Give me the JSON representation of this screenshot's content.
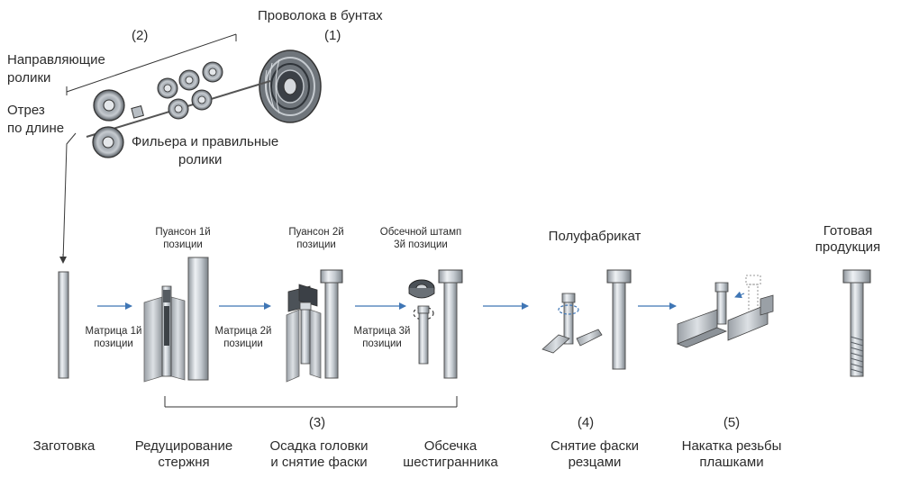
{
  "supply": {
    "coil_label": "Проволока в бунтах",
    "coil_num": "(1)",
    "guide_num": "(2)",
    "guide_label_1": "Направляющие",
    "guide_label_2": "ролики",
    "cut_label_1": "Отрез",
    "cut_label_2": "по длине",
    "die_label_1": "Фильера и правильные",
    "die_label_2": "ролики"
  },
  "tools": {
    "punch1_1": "Пуансон 1й",
    "punch1_2": "позиции",
    "punch2_1": "Пуансон 2й",
    "punch2_2": "позиции",
    "trim_1": "Обсечной штамп",
    "trim_2": "3й позиции",
    "die1_1": "Матрица 1й",
    "die1_2": "позиции",
    "die2_1": "Матрица 2й",
    "die2_2": "позиции",
    "die3_1": "Матрица 3й",
    "die3_2": "позиции",
    "semi": "Полуфабрикат",
    "final_1": "Готовая",
    "final_2": "продукция"
  },
  "steps": {
    "bracket_num": "(3)",
    "chamfer_num": "(4)",
    "thread_num": "(5)",
    "blank": "Заготовка",
    "reduce_1": "Редуцирование",
    "reduce_2": "стержня",
    "upset_1": "Осадка головки",
    "upset_2": "и снятие фаски",
    "trim_1": "Обсечка",
    "trim_2": "шестигранника",
    "chamfer_1": "Снятие фаски",
    "chamfer_2": "резцами",
    "thread_1": "Накатка резьбы",
    "thread_2": "плашками"
  },
  "colors": {
    "arrow": "#3f76b5",
    "metal": "#c9cfd6",
    "line": "#3a3a3a"
  }
}
